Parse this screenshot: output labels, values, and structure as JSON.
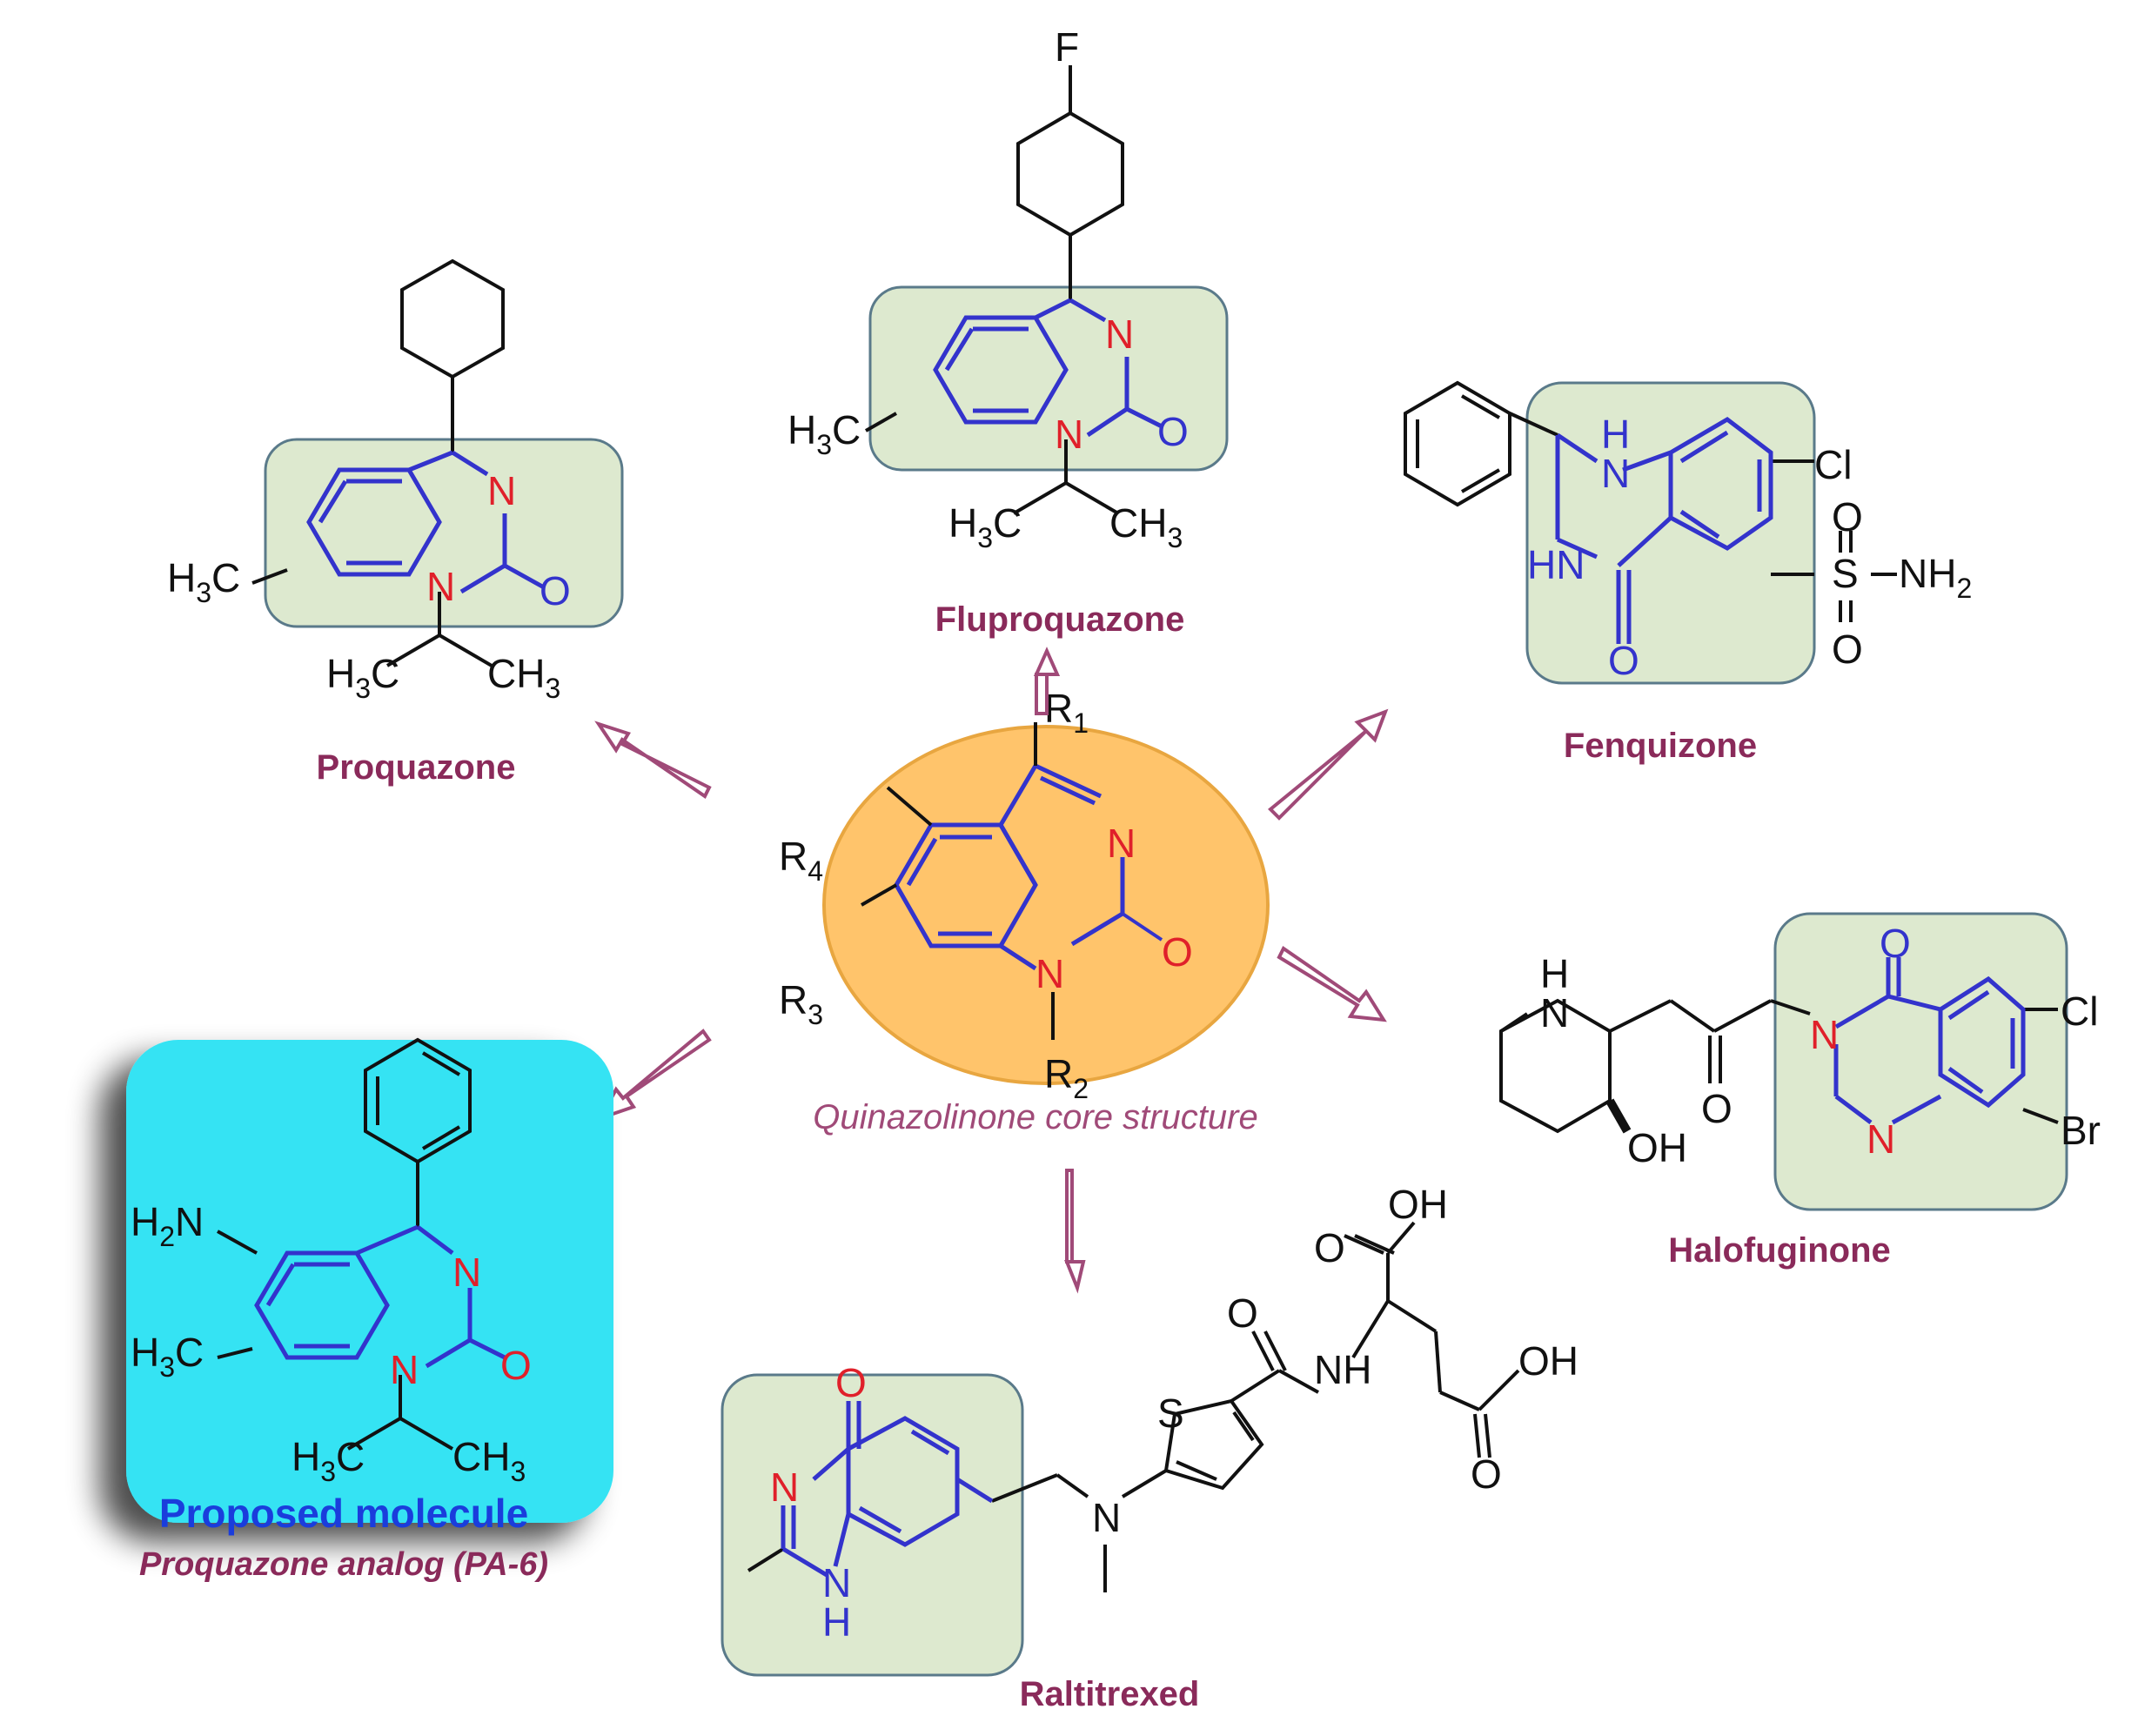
{
  "colors": {
    "core_fill": "#ffc46b",
    "core_stroke": "#e8a640",
    "box_fill": "#dde9cf",
    "box_stroke": "#5a7a8a",
    "highlight_fill": "#36e3f3",
    "ring_blue": "#3333cc",
    "atom_red": "#e0202a",
    "bond_black": "#111111",
    "arrow_color": "#a04a78",
    "name_color": "#8a2a5a",
    "proposed_text": "#1a3ddc"
  },
  "core": {
    "caption": "Quinazolinone core structure",
    "labels": {
      "r1": "R",
      "r1_sub": "1",
      "r2": "R",
      "r2_sub": "2",
      "r3": "R",
      "r3_sub": "3",
      "r4": "R",
      "r4_sub": "4",
      "n": "N",
      "o": "O"
    }
  },
  "molecules": {
    "proquazone": {
      "name": "Proquazone",
      "atoms": {
        "n_ring": "N",
        "n_amide": "N",
        "o": "O",
        "h3c": "H",
        "h3c_sub": "3",
        "h3c_c": "C",
        "ch3_left": "H",
        "ch3_left_sub": "3",
        "ch3_left_c": "C",
        "ch3_right": "CH",
        "ch3_right_sub": "3"
      }
    },
    "fluproquazone": {
      "name": "Fluproquazone",
      "atoms": {
        "f": "F",
        "n_ring": "N",
        "n_amide": "N",
        "o": "O",
        "h3c": "H",
        "h3c_sub": "3",
        "h3c_c": "C",
        "ch3_left": "H",
        "ch3_left_sub": "3",
        "ch3_left_c": "C",
        "ch3_right": "CH",
        "ch3_right_sub": "3"
      }
    },
    "fenquizone": {
      "name": "Fenquizone",
      "atoms": {
        "h_top": "H",
        "n_top": "N",
        "hn": "HN",
        "o": "O",
        "cl": "Cl",
        "s": "S",
        "nh2": "NH",
        "nh2_sub": "2",
        "o_up": "O",
        "o_down": "O"
      }
    },
    "halofuginone": {
      "name": "Halofuginone",
      "atoms": {
        "h": "H",
        "n_pip": "N",
        "oh": "OH",
        "o_keto": "O",
        "n3": "N",
        "n1": "N",
        "o4": "O",
        "cl": "Cl",
        "br": "Br"
      }
    },
    "raltitrexed": {
      "name": "Raltitrexed",
      "atoms": {
        "o4": "O",
        "n3": "N",
        "n1": "N",
        "h": "H",
        "n_methyl": "N",
        "s": "S",
        "o_amide": "O",
        "nh": "NH",
        "oh_top": "OH",
        "o_top": "O",
        "oh_right": "OH",
        "o_right": "O"
      }
    },
    "proposed": {
      "title": "Proposed molecule",
      "subtitle": "Proquazone analog (PA-6)",
      "atoms": {
        "h2n": "H",
        "h2n_sub": "2",
        "h2n_n": "N",
        "n_ring": "N",
        "n_amide": "N",
        "o": "O",
        "h3c": "H",
        "h3c_sub": "3",
        "h3c_c": "C",
        "ch3_left": "H",
        "ch3_left_sub": "3",
        "ch3_left_c": "C",
        "ch3_right": "CH",
        "ch3_right_sub": "3"
      }
    }
  }
}
